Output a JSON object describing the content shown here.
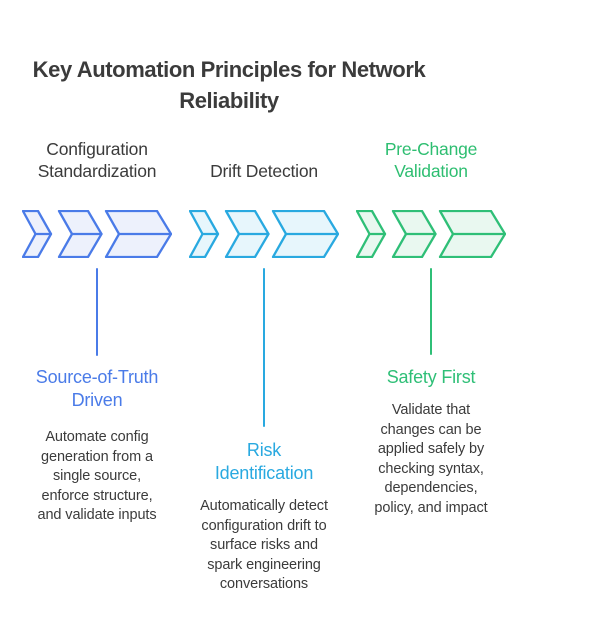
{
  "title": "Key Automation Principles for Network\nReliability",
  "columns": [
    {
      "header": "Configuration\nStandardization",
      "header_color": "#3b3b3b",
      "accent": "#4a7be8",
      "fill": "#edf1fc",
      "subtitle": "Source-of-Truth\nDriven",
      "body": "Automate config\ngeneration from a\nsingle source,\nenforce structure,\nand validate inputs"
    },
    {
      "header": "Drift Detection",
      "header_color": "#3b3b3b",
      "accent": "#29a9e0",
      "fill": "#e7f6fc",
      "subtitle": "Risk\nIdentification",
      "body": "Automatically detect\nconfiguration drift to\nsurface risks and\nspark engineering\nconversations"
    },
    {
      "header": "Pre-Change\nValidation",
      "header_color": "#2ebe71",
      "accent": "#2fbf77",
      "fill": "#e9f8f0",
      "subtitle": "Safety First",
      "body": "Validate that\nchanges can be\napplied safely by\nchecking syntax,\ndependencies,\npolicy, and impact"
    }
  ],
  "colors": {
    "background": "#ffffff",
    "text_dark": "#3b3b3b",
    "blue": "#4a7be8",
    "cyan": "#29a9e0",
    "green": "#2ebe71"
  }
}
